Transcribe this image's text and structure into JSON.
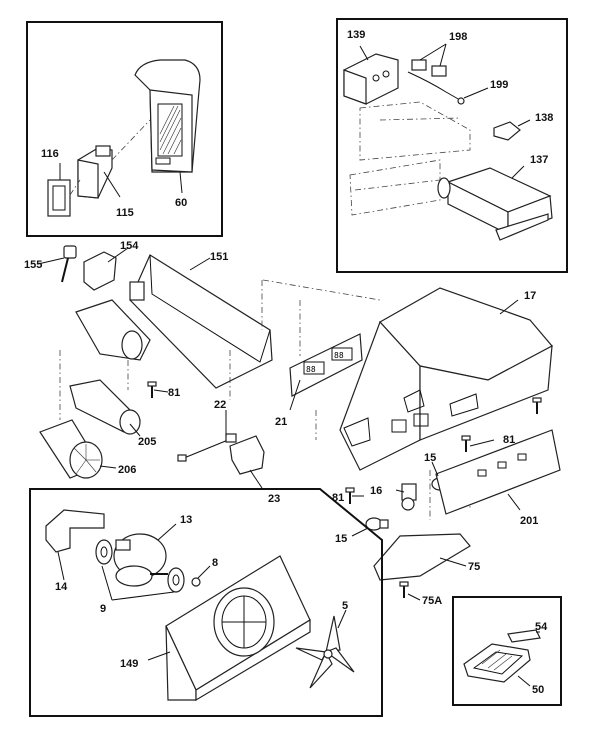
{
  "labels": {
    "p116": "116",
    "p115": "115",
    "p60": "60",
    "p139": "139",
    "p198": "198",
    "p199": "199",
    "p138": "138",
    "p137": "137",
    "p155": "155",
    "p154": "154",
    "p151": "151",
    "p17": "17",
    "p81a": "81",
    "p205": "205",
    "p206": "206",
    "p22": "22",
    "p21": "21",
    "p81b": "81",
    "p23": "23",
    "p81c": "81",
    "p16": "16",
    "p15a": "15",
    "p15b": "15",
    "p201": "201",
    "p75": "75",
    "p75A": "75A",
    "p13": "13",
    "p14": "14",
    "p8": "8",
    "p9": "9",
    "p5": "5",
    "p149": "149",
    "p54": "54",
    "p50": "50"
  },
  "display_text": {
    "digits_left": "88",
    "digits_right": "88"
  }
}
